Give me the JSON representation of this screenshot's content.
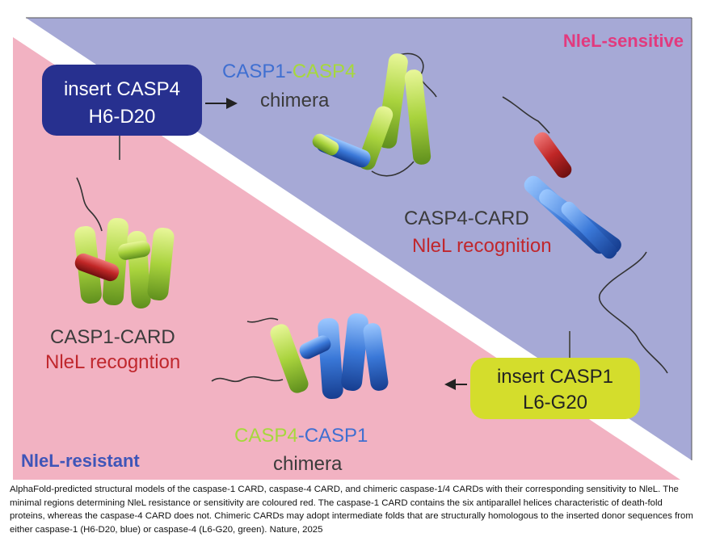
{
  "panel": {
    "sensitive_label": "NleL-sensitive",
    "resistant_label": "NleL-resistant"
  },
  "box_casp4": {
    "line1": "insert CASP4",
    "line2": "H6-D20"
  },
  "box_casp1": {
    "line1": "insert CASP1",
    "line2": "L6-G20"
  },
  "chimera_top": {
    "part1": "CASP1",
    "dash": "-",
    "part2": "CASP4",
    "line2": "chimera"
  },
  "casp4_card": {
    "name": "CASP4-CARD",
    "recognition": "NleL recognition"
  },
  "casp1_card": {
    "name": "CASP1-CARD",
    "recognition": "NleL recogntion"
  },
  "chimera_bottom": {
    "part1": "CASP4",
    "dash": "-",
    "part2": "CASP1",
    "line2": "chimera"
  },
  "caption": "AlphaFold-predicted structural models of the caspase-1 CARD, caspase-4 CARD, and chimeric caspase-1/4 CARDs with their corresponding sensitivity to NleL. The minimal regions determining NleL resistance or sensitivity are coloured red. The caspase-1 CARD contains the six antiparallel helices characteristic of death-fold proteins, whereas the caspase-4 CARD does not. Chimeric CARDs may adopt intermediate folds that are structurally homologous to the inserted donor sequences from either caspase-1 (H6-D20, blue) or caspase-4 (L6-G20, green). Nature, 2025",
  "colors": {
    "sensitive_bg": "#a6a9d6",
    "resistant_bg": "#f2b2c2",
    "box_casp4": "#27308f",
    "box_casp1": "#d4dd2c",
    "blue_text": "#3f6fd1",
    "green_text": "#a6d83c",
    "red_text": "#c0272d",
    "pink_text": "#e23a7e",
    "dark_text": "#3b3b3b"
  }
}
